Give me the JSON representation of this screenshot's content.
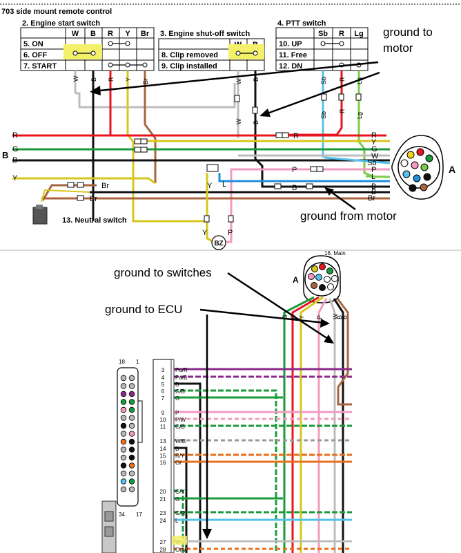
{
  "header": {
    "title": "703 side mount remote control"
  },
  "start_switch": {
    "title": "2. Engine start switch",
    "cols": [
      "W",
      "B",
      "R",
      "Y",
      "Br"
    ],
    "rows": [
      "5. ON",
      "6. OFF",
      "7. START"
    ]
  },
  "shutoff_switch": {
    "title": "3. Engine shut-off switch",
    "cols": [
      "W",
      "B"
    ],
    "rows": [
      "8. Clip removed",
      "9. Clip installed"
    ]
  },
  "ptt_switch": {
    "title": "4. PTT switch",
    "cols": [
      "Sb",
      "R",
      "Lg"
    ],
    "rows": [
      "10. UP",
      "11. Free",
      "12. DN"
    ]
  },
  "neutral_switch": {
    "title": "13. Neutral switch"
  },
  "buzzer": {
    "label": "BZ"
  },
  "connector": {
    "label_top": "A",
    "label_bottom": "A",
    "header_bottom": "16. Main"
  },
  "annotations": {
    "ground_to_motor_1": "ground to",
    "ground_to_motor_2": "motor",
    "ground_from_motor": "ground from motor",
    "ground_to_switches": "ground to switches",
    "ground_to_ecu": "ground to ECU"
  },
  "left_wires": {
    "r": "R",
    "g": "G",
    "b": "B",
    "b_side": "B",
    "y": "Y"
  },
  "right_wires": [
    "R",
    "Y",
    "G",
    "W",
    "Sb",
    "P",
    "L",
    "Lg",
    "B",
    "B",
    "Br"
  ],
  "vertical_wires": {
    "start": [
      "W",
      "B",
      "R",
      "Y",
      "Br"
    ],
    "shutoff": [
      "W",
      "B"
    ],
    "ptt": [
      "Sb",
      "R",
      "Lg"
    ],
    "mid": {
      "w": "W",
      "b": "B",
      "sb": "Sb",
      "r": "R",
      "lg": "Lg",
      "p": "P",
      "p2": "P",
      "y": "Y",
      "l": "L",
      "y2": "Y",
      "br": "Br",
      "br2": "Br"
    }
  },
  "lower_connector_wires": [
    "G",
    "R",
    "Y",
    "P",
    "W",
    "B",
    "B"
  ],
  "ecu": {
    "pin_top_left": "18",
    "pin_top_right": "1",
    "pin_bottom_left": "34",
    "pin_bottom_right": "17",
    "pins": [
      {
        "num": "3",
        "label": "Pu/R"
      },
      {
        "num": "4",
        "label": "Pu/B"
      },
      {
        "num": "5",
        "label": "B"
      },
      {
        "num": "6",
        "label": "G/B"
      },
      {
        "num": "7",
        "label": "G"
      },
      {
        "num": "9",
        "label": "P"
      },
      {
        "num": "10",
        "label": "P/W"
      },
      {
        "num": "11",
        "label": "G/B"
      },
      {
        "num": "13",
        "label": "W/B"
      },
      {
        "num": "14",
        "label": "B"
      },
      {
        "num": "15",
        "label": "R/Y"
      },
      {
        "num": "16",
        "label": "Or"
      },
      {
        "num": "20",
        "label": "G/Y"
      },
      {
        "num": "21",
        "label": "G"
      },
      {
        "num": "23",
        "label": "G/R"
      },
      {
        "num": "24",
        "label": "L"
      },
      {
        "num": "27",
        "label": "W"
      },
      {
        "num": "28",
        "label": "Or/W"
      }
    ]
  },
  "colors": {
    "red": "#e8141c",
    "green": "#1a9a3a",
    "yellow": "#d7c61a",
    "black": "#111111",
    "brown": "#a8643c",
    "pink": "#f29ac0",
    "skyblue": "#55c1ea",
    "blue": "#1f8fd8",
    "lightgreen": "#7ccc4a",
    "gray": "#b9b9b9",
    "purple": "#8b2a8b",
    "orange": "#e8701c",
    "highlight": "#f4f06a"
  }
}
